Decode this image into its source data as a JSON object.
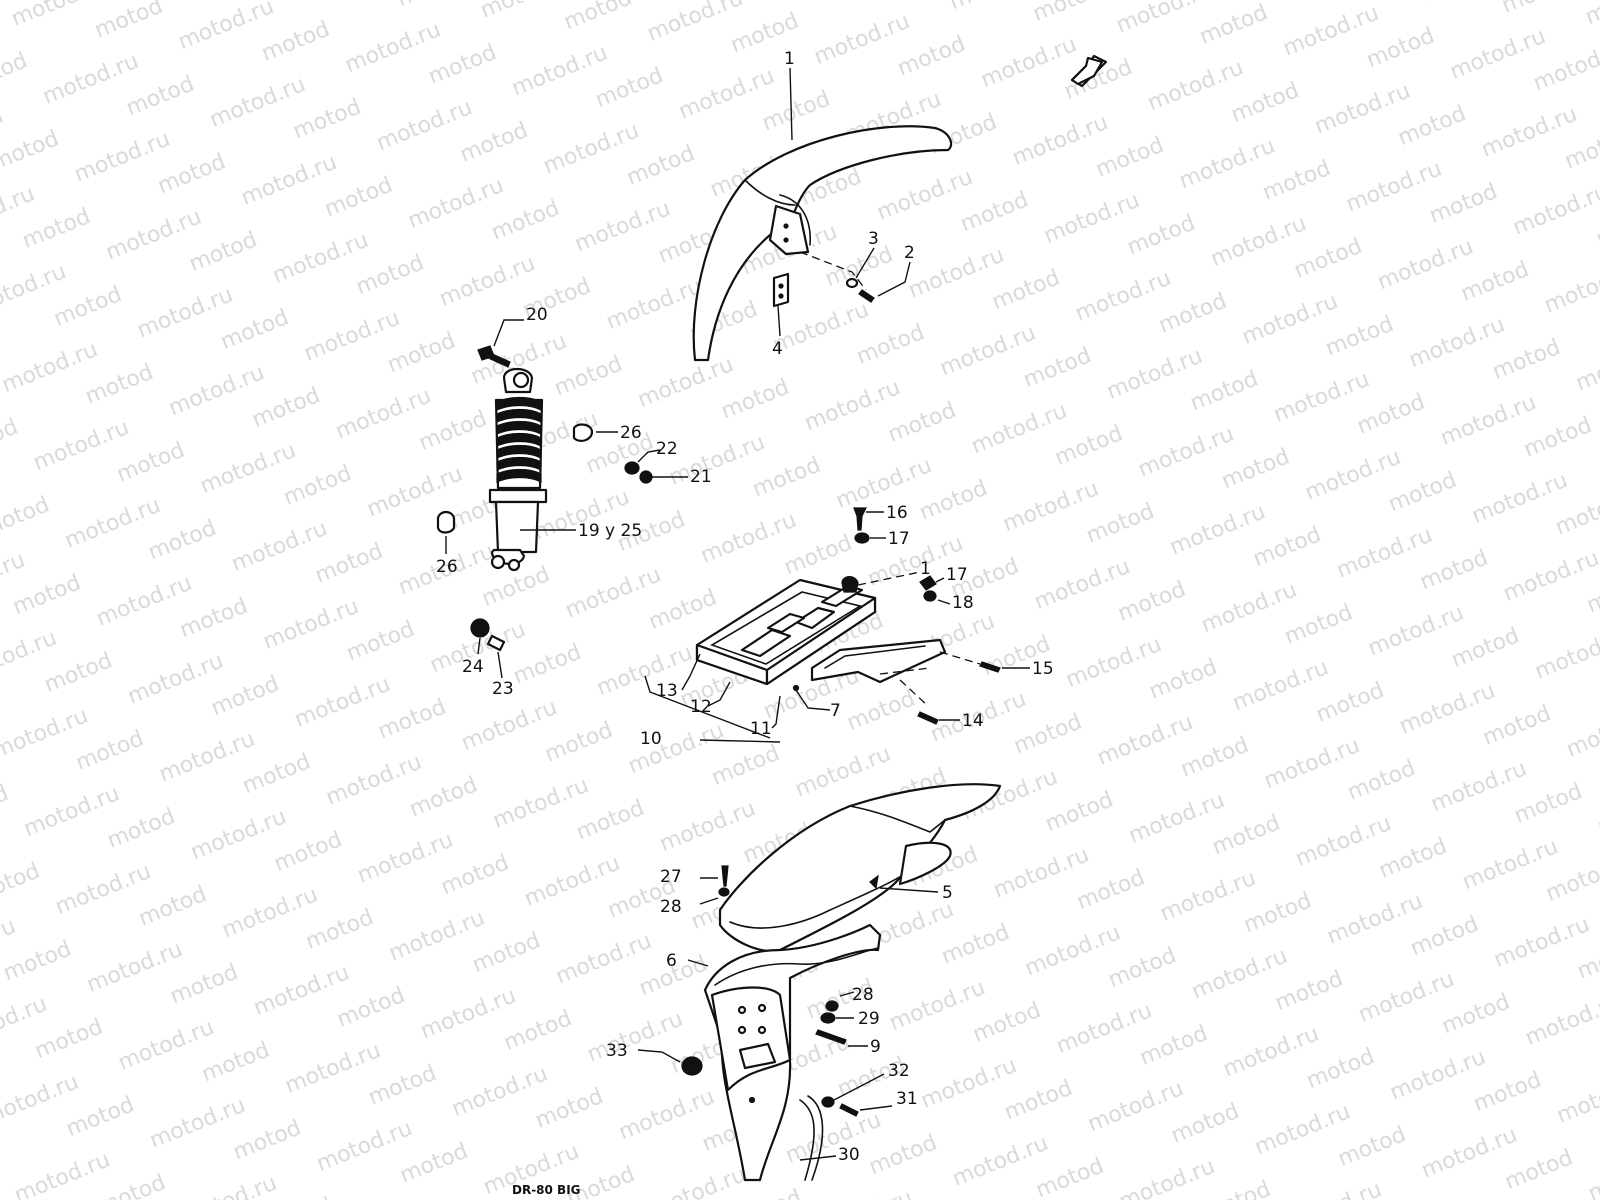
{
  "watermark": {
    "text": "motod.ru",
    "color": "#d9d9d9"
  },
  "code": "DR-80 BIG",
  "labels": [
    {
      "id": "1",
      "text": "1"
    },
    {
      "id": "2",
      "text": "2"
    },
    {
      "id": "3",
      "text": "3"
    },
    {
      "id": "4",
      "text": "4"
    },
    {
      "id": "20",
      "text": "20"
    },
    {
      "id": "26a",
      "text": "26"
    },
    {
      "id": "22",
      "text": "22"
    },
    {
      "id": "21",
      "text": "21"
    },
    {
      "id": "19y25",
      "text": "19 y 25"
    },
    {
      "id": "26b",
      "text": "26"
    },
    {
      "id": "24",
      "text": "24"
    },
    {
      "id": "23",
      "text": "23"
    },
    {
      "id": "16",
      "text": "16"
    },
    {
      "id": "17a",
      "text": "17"
    },
    {
      "id": "1b",
      "text": "1"
    },
    {
      "id": "17b",
      "text": "17"
    },
    {
      "id": "18",
      "text": "18"
    },
    {
      "id": "15",
      "text": "15"
    },
    {
      "id": "13",
      "text": "13"
    },
    {
      "id": "12",
      "text": "12"
    },
    {
      "id": "7",
      "text": "7"
    },
    {
      "id": "11",
      "text": "11"
    },
    {
      "id": "14",
      "text": "14"
    },
    {
      "id": "10",
      "text": "10"
    },
    {
      "id": "27",
      "text": "27"
    },
    {
      "id": "28a",
      "text": "28"
    },
    {
      "id": "5",
      "text": "5"
    },
    {
      "id": "6",
      "text": "6"
    },
    {
      "id": "28b",
      "text": "28"
    },
    {
      "id": "29",
      "text": "29"
    },
    {
      "id": "9",
      "text": "9"
    },
    {
      "id": "33",
      "text": "33"
    },
    {
      "id": "32",
      "text": "32"
    },
    {
      "id": "31",
      "text": "31"
    },
    {
      "id": "30",
      "text": "30"
    }
  ],
  "icons": {
    "direction_arrow": "front-arrow-icon"
  }
}
